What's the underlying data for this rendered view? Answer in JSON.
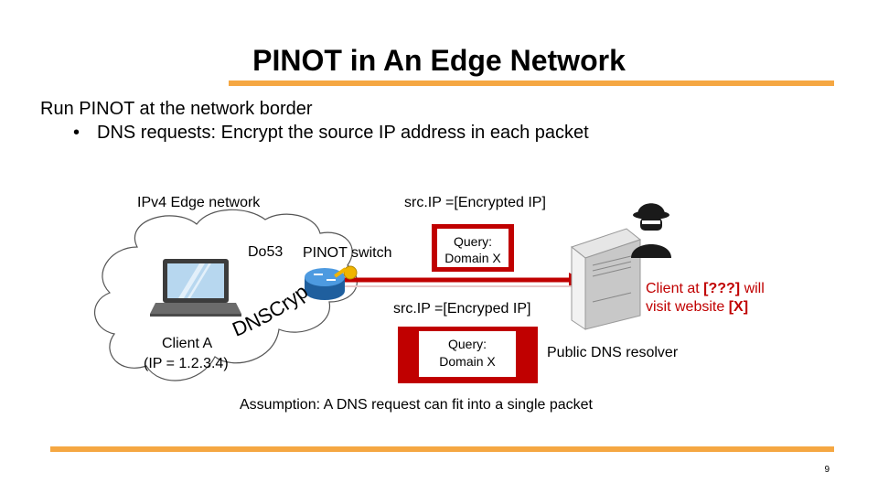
{
  "title": "PINOT in An Edge Network",
  "bullets": [
    "Run PINOT at the network border",
    "DNS requests: Encrypt the source IP address in each packet"
  ],
  "bullet_marker": "•",
  "labels": {
    "edge_network": "IPv4 Edge network",
    "src_encrypted": "src.IP =[Encrypted IP]",
    "do53": "Do53",
    "pinot_switch": "PINOT switch",
    "query_top": [
      "Query:",
      "Domain X"
    ],
    "query_bottom": [
      "Query:",
      "Domain X"
    ],
    "src_encryped": "src.IP =[Encryped IP]",
    "client_name": "Client A",
    "client_ip": "(IP = 1.2.3.4)",
    "dnscrypt": "DNSCrypt",
    "attacker_note_line1_pre": "Client at ",
    "attacker_note_line1_bold": "[???]",
    "attacker_note_line1_post": " will",
    "attacker_note_line2_pre": "visit website ",
    "attacker_note_line2_bold": "[X]",
    "resolver": "Public DNS resolver",
    "assumption": "Assumption: A DNS request can fit into a single packet"
  },
  "page_number": "9",
  "colors": {
    "accent_rule": "#f5a742",
    "packet_red": "#c00000",
    "switch_blue": "#2e7bc4",
    "key_gold": "#f0b400",
    "note_red": "#c00000"
  },
  "icons": [
    "laptop-icon",
    "switch-icon",
    "key-icon",
    "server-icon",
    "spy-icon",
    "cloud-shape"
  ]
}
